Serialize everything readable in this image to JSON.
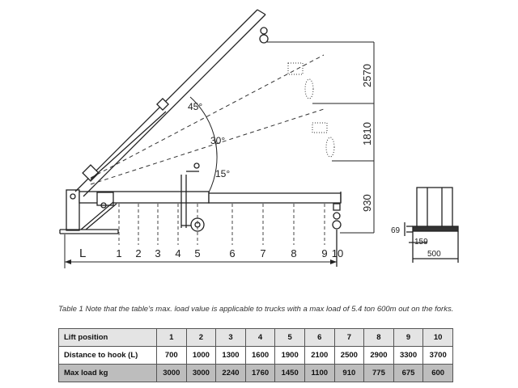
{
  "diagram": {
    "angles": [
      "45°",
      "30°",
      "15°"
    ],
    "height_dims": [
      "2570",
      "1810",
      "930"
    ],
    "positions": [
      "1",
      "2",
      "3",
      "4",
      "5",
      "6",
      "7",
      "8",
      "9",
      "10"
    ],
    "length_label": "L",
    "side_view_dims": {
      "height": "69",
      "inner_width": "159",
      "total_width": "500"
    }
  },
  "caption": "Table 1 Note that the table's max. load value is applicable to trucks with a max load of 5.4 ton 600m out on the forks.",
  "table": {
    "rows": [
      {
        "label": "Lift position",
        "values": [
          "1",
          "2",
          "3",
          "4",
          "5",
          "6",
          "7",
          "8",
          "9",
          "10"
        ]
      },
      {
        "label": "Distance to hook (L)",
        "values": [
          "700",
          "1000",
          "1300",
          "1600",
          "1900",
          "2100",
          "2500",
          "2900",
          "3300",
          "3700"
        ]
      },
      {
        "label": "Max load kg",
        "values": [
          "3000",
          "3000",
          "2240",
          "1760",
          "1450",
          "1100",
          "910",
          "775",
          "675",
          "600"
        ]
      }
    ]
  }
}
